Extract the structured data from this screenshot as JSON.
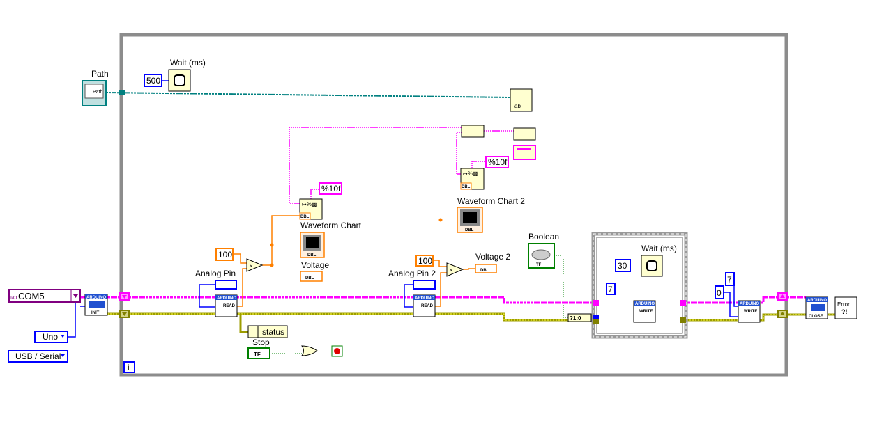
{
  "loop": {
    "iteration_terminal": "i"
  },
  "path_control": {
    "label": "Path",
    "icon_text": "Path"
  },
  "wait1": {
    "label": "Wait (ms)",
    "constant": "500"
  },
  "wait2": {
    "label": "Wait (ms)",
    "constant": "30"
  },
  "visa": {
    "value": "COM5",
    "prefix": "I/O"
  },
  "board": {
    "value": "Uno"
  },
  "connection": {
    "value": "USB / Serial"
  },
  "init_vi": {
    "brand": "ARDUINO",
    "label": "INIT"
  },
  "read1": {
    "brand": "ARDUINO",
    "label": "READ",
    "pin_label": "Analog Pin"
  },
  "read2": {
    "brand": "ARDUINO",
    "label": "READ",
    "pin_label": "Analog Pin 2"
  },
  "write1": {
    "brand": "ARDUINO",
    "label": "WRITE",
    "pin_constant": "7"
  },
  "write2": {
    "brand": "ARDUINO",
    "label": "WRITE",
    "pin_constant": "7",
    "value_constant": "0"
  },
  "close_vi": {
    "brand": "ARDUINO",
    "label": "CLOSE"
  },
  "error_handler": {
    "label": "Error",
    "glyph": "?!"
  },
  "scale1": {
    "constant": "100"
  },
  "scale2": {
    "constant": "100"
  },
  "format1": {
    "format": "%10f",
    "type": "DBL"
  },
  "format2": {
    "format": "%10f",
    "type": "DBL"
  },
  "chart1": {
    "label": "Waveform Chart",
    "type": "DBL"
  },
  "chart2": {
    "label": "Waveform Chart 2",
    "type": "DBL"
  },
  "voltage1": {
    "label": "Voltage",
    "type": "DBL"
  },
  "voltage2": {
    "label": "Voltage 2",
    "type": "DBL"
  },
  "boolean": {
    "label": "Boolean",
    "type": "TF"
  },
  "bool_to_num": {
    "text": "?1:0"
  },
  "status": {
    "label": "status"
  },
  "stop": {
    "label": "Stop",
    "type": "TF"
  },
  "colors": {
    "visa_wire": "#ff00ff",
    "error_wire": "#d4d400",
    "numeric": "#ff8000",
    "integer": "#0000ff",
    "path": "#008080",
    "boolean": "#008000",
    "frame": "#8c8c8c"
  }
}
